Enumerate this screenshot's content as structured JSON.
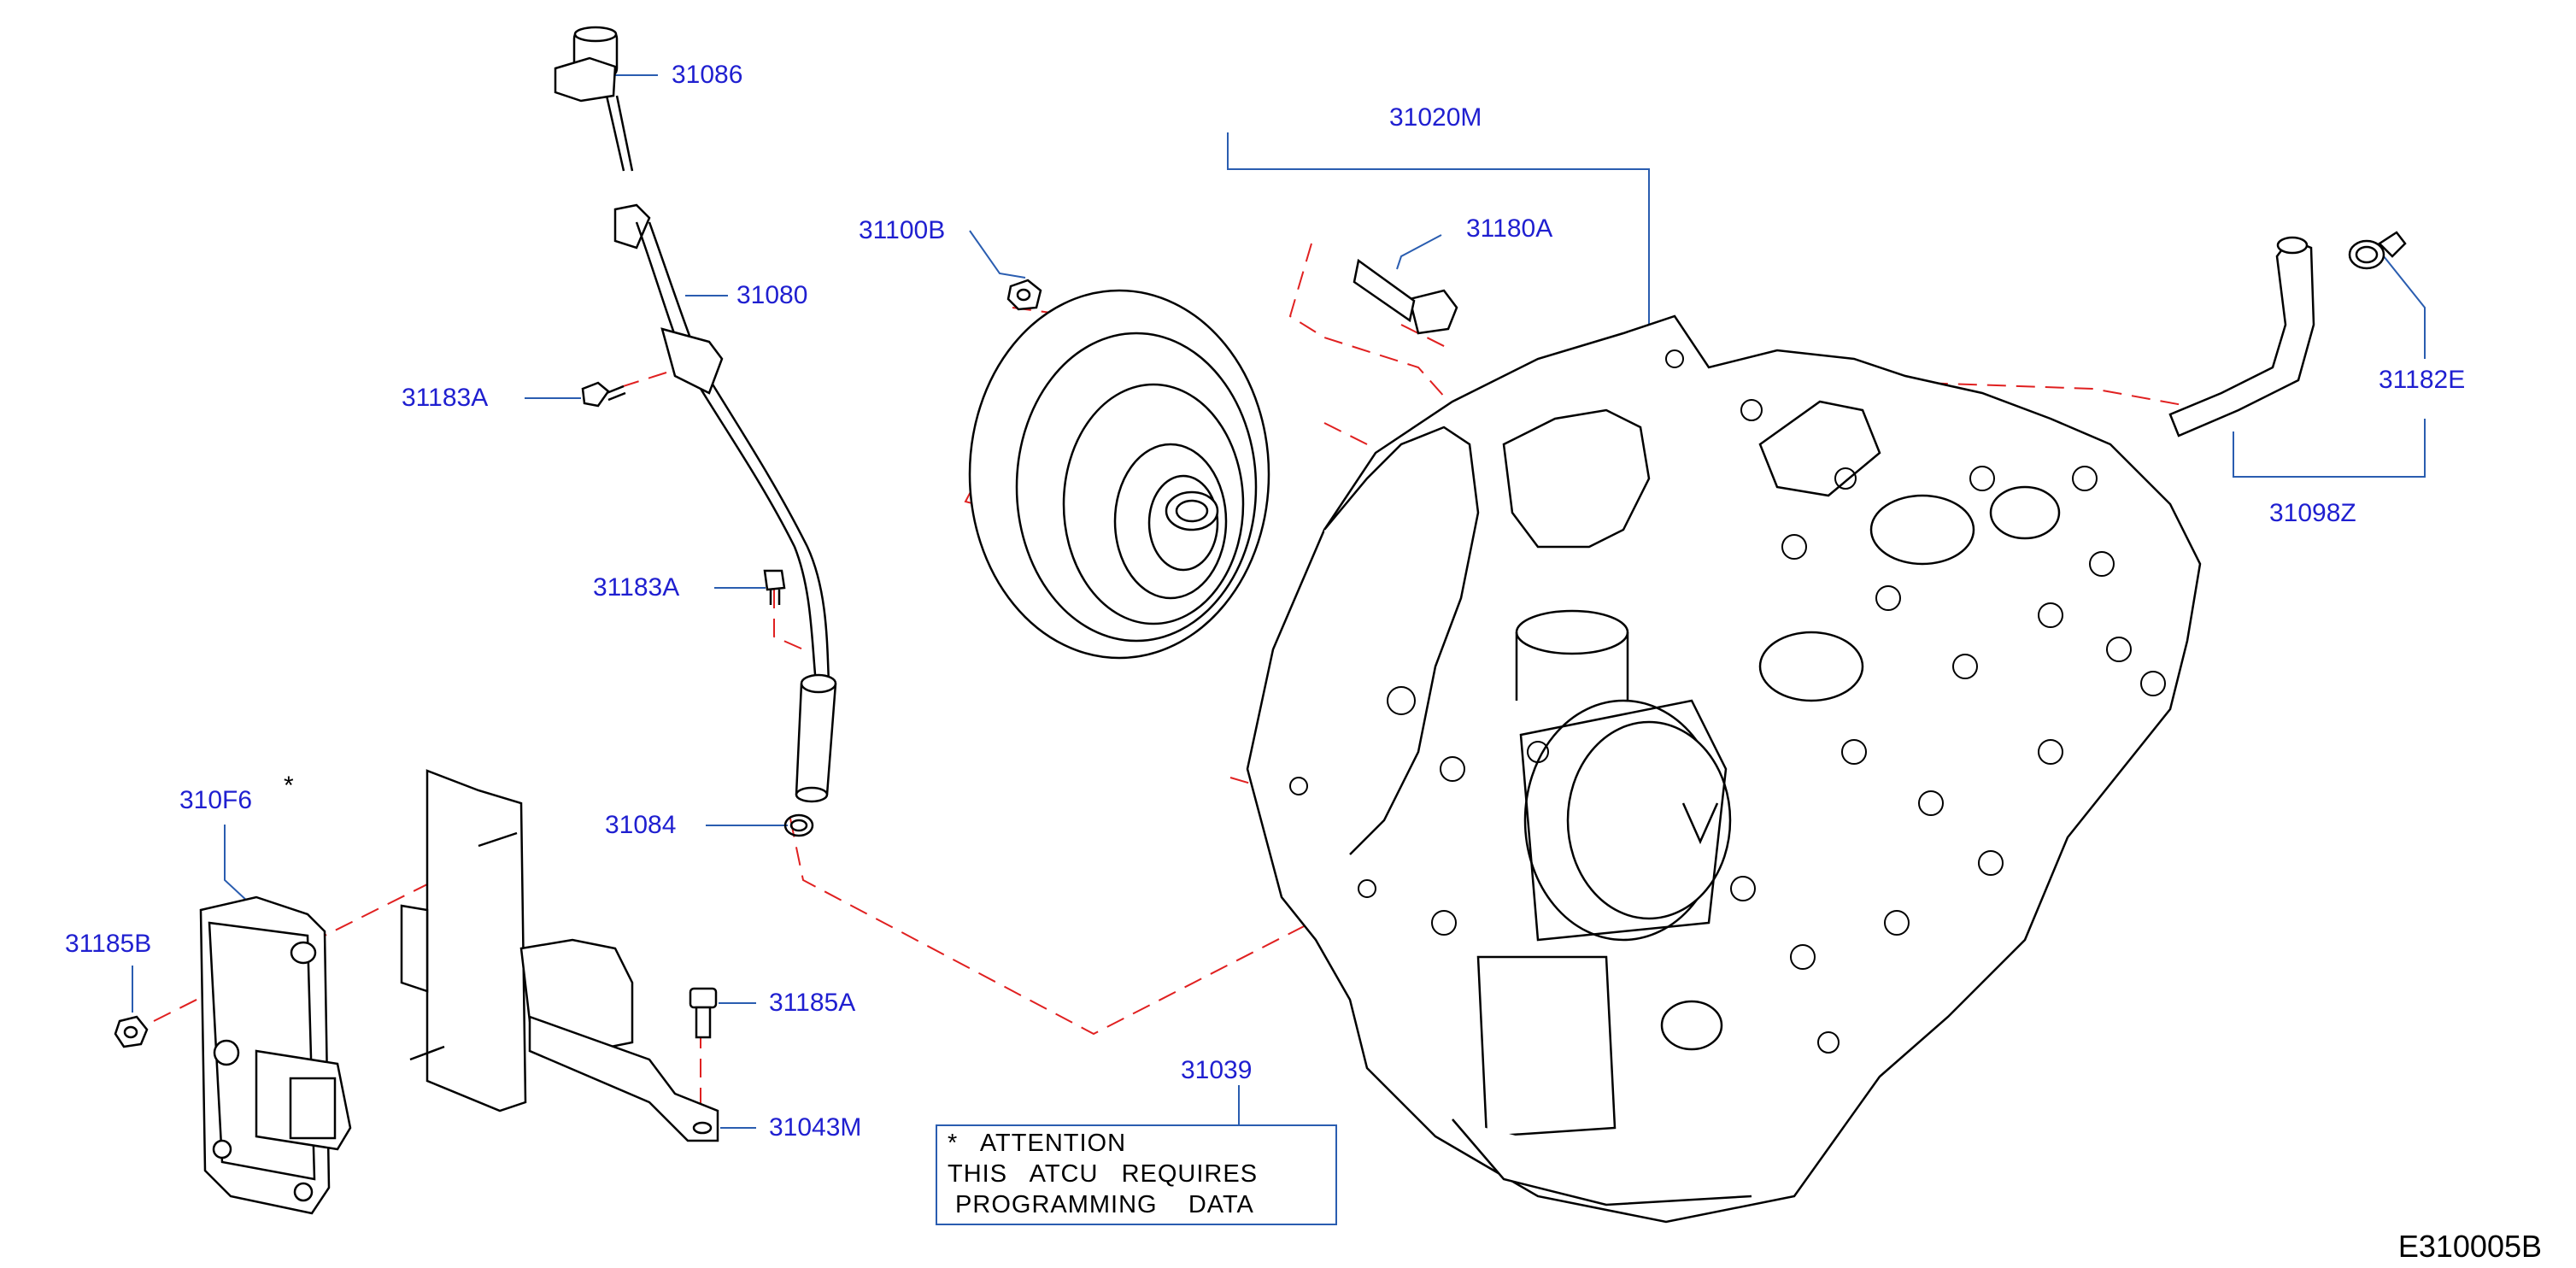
{
  "parts": [
    {
      "id": "31086",
      "color": "#1f1fd0"
    },
    {
      "id": "31080",
      "color": "#1f1fd0"
    },
    {
      "id": "31183A_upper",
      "label": "31183A"
    },
    {
      "id": "31183A_lower",
      "label": "31183A"
    },
    {
      "id": "31084"
    },
    {
      "id": "310F6"
    },
    {
      "id": "31185B"
    },
    {
      "id": "31185A"
    },
    {
      "id": "31043M"
    },
    {
      "id": "31100B"
    },
    {
      "id": "31020M"
    },
    {
      "id": "31180A"
    },
    {
      "id": "31182E"
    },
    {
      "id": "31098Z"
    },
    {
      "id": "31039"
    }
  ],
  "labels": {
    "p31086": "31086",
    "p31080": "31080",
    "p31183A_upper": "31183A",
    "p31183A_lower": "31183A",
    "p31084": "31084",
    "p310F6": "310F6",
    "p31185B": "31185B",
    "p31185A": "31185A",
    "p31043M": "31043M",
    "p31100B": "31100B",
    "p31020M": "31020M",
    "p31180A": "31180A",
    "p31182E": "31182E",
    "p31098Z": "31098Z",
    "p31039": "31039"
  },
  "asterisk_mark": "*",
  "note": {
    "line1": "*   ATTENTION",
    "line2": "THIS   ATCU   REQUIRES",
    "line3": " PROGRAMMING    DATA"
  },
  "diagram_code": "E310005B",
  "colors": {
    "callout_text": "#1f1fd0",
    "leader_line": "#2a5db0",
    "dashed_line": "#e02020",
    "drawing": "#000000"
  }
}
